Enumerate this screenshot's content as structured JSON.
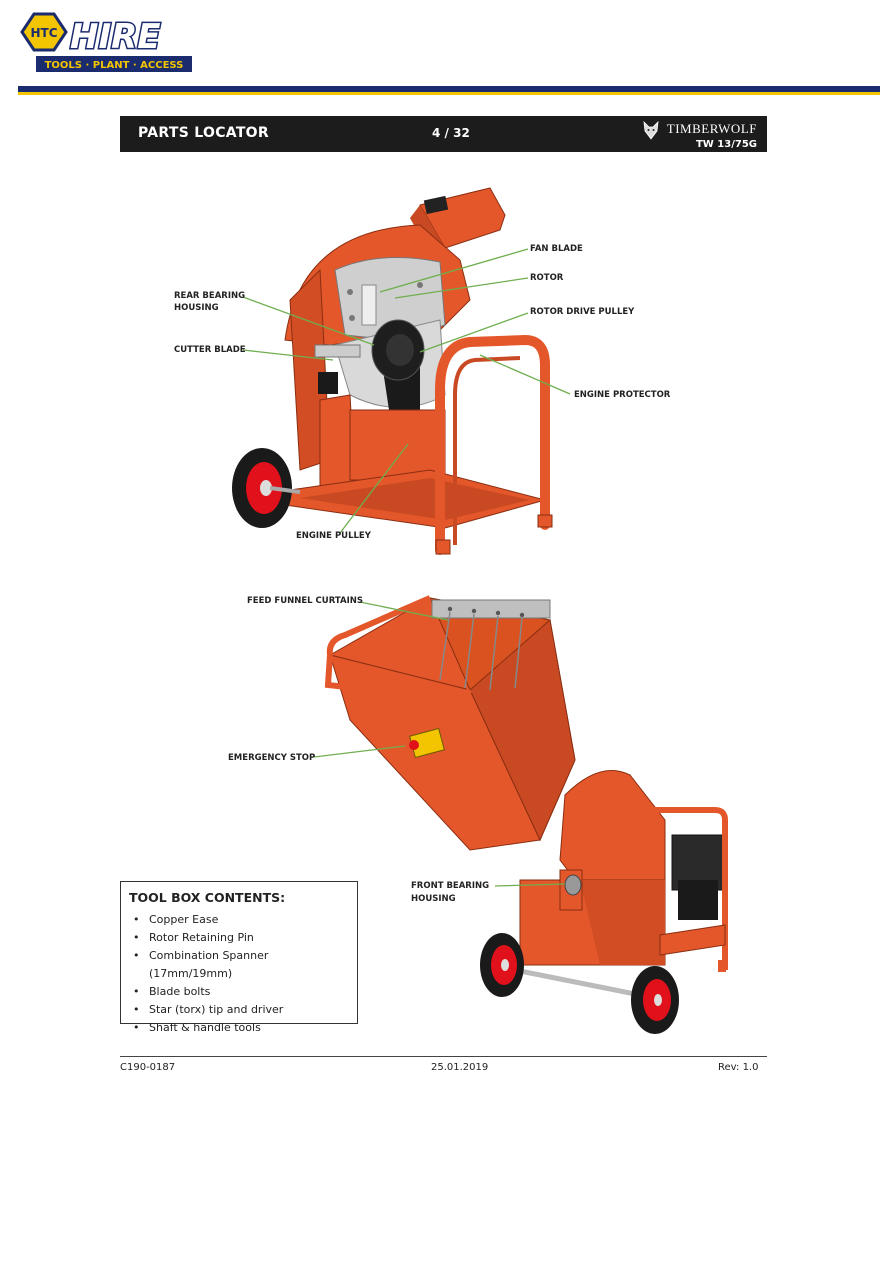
{
  "logo": {
    "badge": "HTC",
    "word": "HIRE",
    "tagline": "TOOLS · PLANT · ACCESS"
  },
  "header": {
    "title": "PARTS LOCATOR",
    "page": "4 / 32",
    "brand": "TIMBERWOLF",
    "model": "TW 13/75G"
  },
  "figure1": {
    "labels": {
      "fan_blade": "FAN BLADE",
      "rotor": "ROTOR",
      "rear_bearing_1": "REAR BEARING",
      "rear_bearing_2": "HOUSING",
      "rotor_drive_pulley": "ROTOR DRIVE PULLEY",
      "cutter_blade": "CUTTER BLADE",
      "engine_protector": "ENGINE PROTECTOR",
      "engine_pulley": "ENGINE PULLEY"
    }
  },
  "figure2": {
    "labels": {
      "feed_funnel_curtains": "FEED FUNNEL CURTAINS",
      "emergency_stop": "EMERGENCY STOP",
      "front_bearing_1": "FRONT BEARING",
      "front_bearing_2": "HOUSING"
    }
  },
  "toolbox": {
    "title": "TOOL BOX CONTENTS:",
    "items": [
      "Copper Ease",
      "Rotor Retaining Pin",
      "Combination Spanner (17mm/19mm)",
      "Blade bolts",
      "Star (torx) tip and driver",
      "Shaft & handle tools"
    ]
  },
  "footer": {
    "doc": "C190-0187",
    "date": "25.01.2019",
    "rev": "Rev: 1.0"
  },
  "colors": {
    "machine": "#e4572a",
    "leader": "#6fae4f",
    "navy": "#1a2b6e",
    "yellow": "#f2c500"
  }
}
